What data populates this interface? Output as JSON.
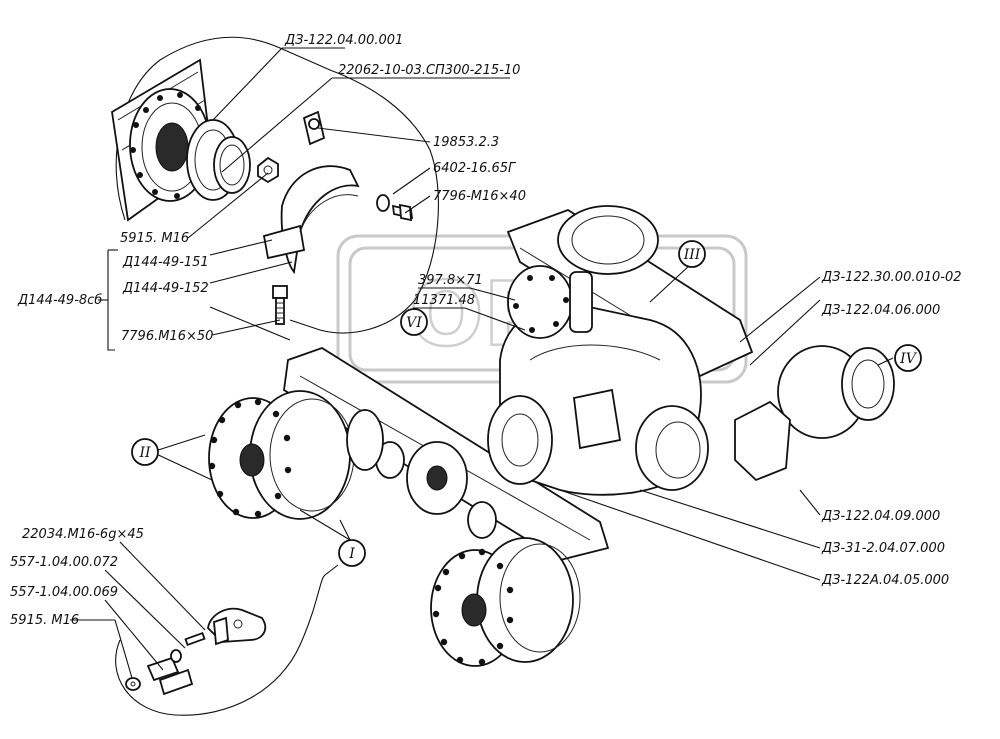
{
  "labels": {
    "dz_122_04_00_001": "ДЗ-122.04.00.001",
    "p22062": "22062-10-03.СП300-215-10",
    "p19853": "19853.2.3",
    "p6402": "6402-16.65Г",
    "p7796_40": "7796-М16×40",
    "p5915_top": "5915. М16",
    "d144_151": "Д144-49-151",
    "d144_assy": "Д144-49-8сб",
    "d144_152": "Д144-49-152",
    "p7796_50": "7796.М16×50",
    "p397": "397.8×71",
    "p11371": "11371.48",
    "dz_122_30": "ДЗ-122.30.00.010-02",
    "dz_122_04_06": "ДЗ-122.04.06.000",
    "dz_122_04_09": "ДЗ-122.04.09.000",
    "dz_31": "ДЗ-31-2.04.07.000",
    "dz_122a": "ДЗ-122А.04.05.000",
    "p22034": "22034.М16-6g×45",
    "p557_072": "557-1.04.00.072",
    "p557_069": "557-1.04.00.069",
    "p5915_bot": "5915. М16"
  },
  "callouts": {
    "I": "I",
    "II": "II",
    "III": "III",
    "IV": "IV",
    "VI": "VI"
  },
  "watermark": "ОРЕЛ"
}
